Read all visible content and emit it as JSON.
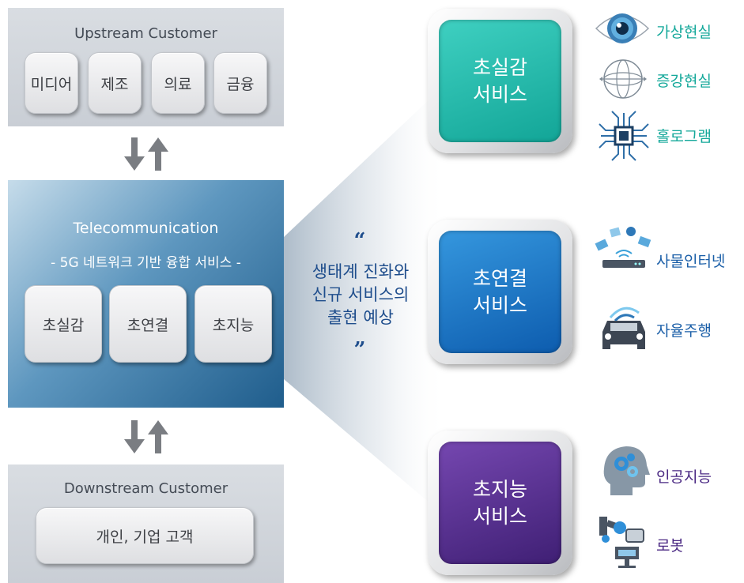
{
  "upstream": {
    "title": "Upstream Customer",
    "items": [
      "미디어",
      "제조",
      "의료",
      "금융"
    ]
  },
  "telecom": {
    "title": "Telecommunication",
    "subtitle": "- 5G 네트워크 기반 융합 서비스 -",
    "items": [
      "초실감",
      "초연결",
      "초지능"
    ]
  },
  "downstream": {
    "title": "Downstream Customer",
    "item": "개인, 기업 고객"
  },
  "quote": {
    "open": "“",
    "lines": [
      "생태계 진화와",
      "신규 서비스의",
      "출현 예상"
    ],
    "close": "”"
  },
  "services": [
    {
      "name_lines": [
        "초실감",
        "서비스"
      ],
      "color_top": "#35c7b8",
      "color_bottom": "#11a295",
      "label_color": "#14a89a",
      "features": [
        {
          "label": "가상현실",
          "icon": "vr-eye-icon"
        },
        {
          "label": "증강현실",
          "icon": "ar-globe-icon"
        },
        {
          "label": "홀로그램",
          "icon": "hologram-chip-icon"
        }
      ]
    },
    {
      "name_lines": [
        "초연결",
        "서비스"
      ],
      "color_top": "#2d8fd8",
      "color_bottom": "#0f5fb0",
      "label_color": "#1b5fa8",
      "features": [
        {
          "label": "사물인터넷",
          "icon": "iot-router-icon"
        },
        {
          "label": "자율주행",
          "icon": "autonomous-car-icon"
        }
      ]
    },
    {
      "name_lines": [
        "초지능",
        "서비스"
      ],
      "color_top": "#6b3fa6",
      "color_bottom": "#44237a",
      "label_color": "#4a2883",
      "features": [
        {
          "label": "인공지능",
          "icon": "ai-head-icon"
        },
        {
          "label": "로봇",
          "icon": "robot-arm-icon"
        }
      ]
    }
  ]
}
